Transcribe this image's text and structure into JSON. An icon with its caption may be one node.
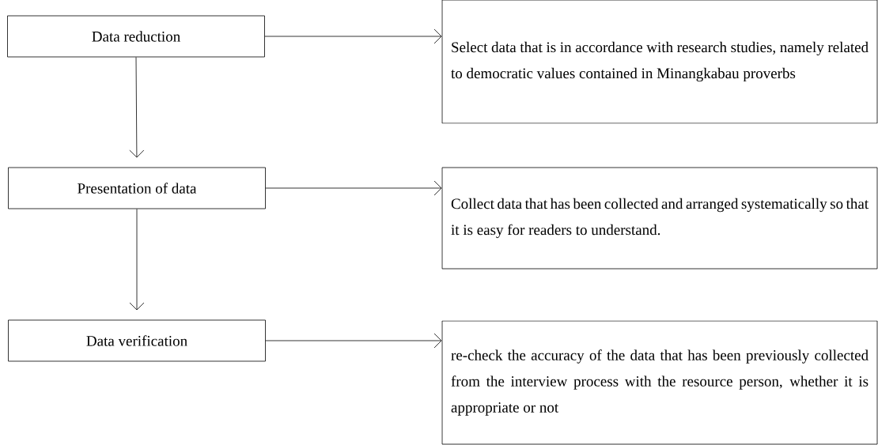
{
  "diagram": {
    "nodes": [
      {
        "text": [
          "Data reduction"
        ]
      },
      {
        "text": [
          "Select data that is in accordance with research studies, namely related to democratic values contained in Minangkabau proverbs"
        ]
      },
      {
        "text": [
          "Presentation of data"
        ]
      },
      {
        "text": [
          "Collect data that has been collected and arranged systematically so that it is easy for readers to understand."
        ]
      },
      {
        "text": [
          "Data verification"
        ]
      },
      {
        "text": [
          "re-check the accuracy of the data that has been previously collected from the interview process with the resource person, whether it is appropriate or not"
        ]
      }
    ],
    "edges": [
      {
        "from": 0,
        "to": 1,
        "arrow": "to"
      },
      {
        "from": 0,
        "to": 2,
        "arrow": "to"
      },
      {
        "from": 2,
        "to": 3,
        "arrow": "to"
      },
      {
        "from": 2,
        "to": 4,
        "arrow": "to"
      },
      {
        "from": 4,
        "to": 5,
        "arrow": "to"
      }
    ]
  }
}
